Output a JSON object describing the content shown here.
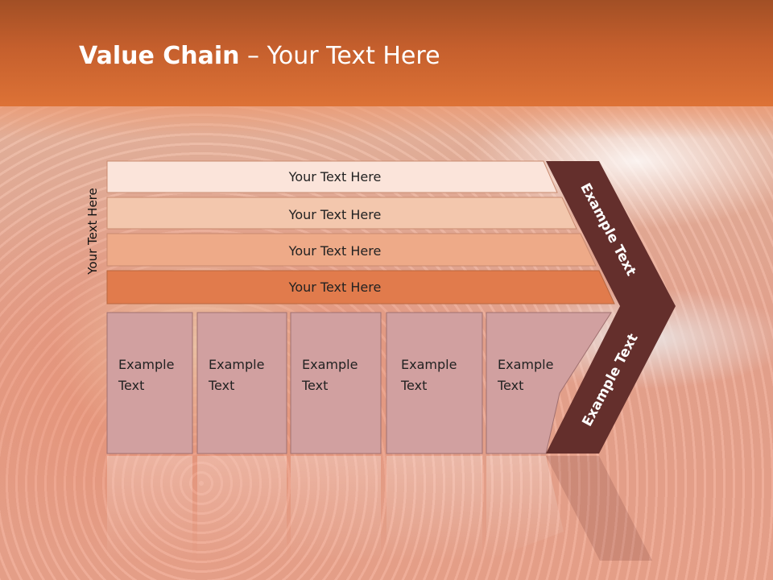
{
  "title": {
    "bold": "Value Chain",
    "rest": " – Your Text Here"
  },
  "side_label": "Your Text Here",
  "support_rows": [
    {
      "label": "Your Text Here",
      "fill": "#fbe4da"
    },
    {
      "label": "Your Text Here",
      "fill": "#f3c7ad"
    },
    {
      "label": "Your Text Here",
      "fill": "#eeaa88"
    },
    {
      "label": "Your Text Here",
      "fill": "#e17b4c"
    }
  ],
  "primary_boxes": [
    {
      "line1": "Example",
      "line2": "Text"
    },
    {
      "line1": "Example",
      "line2": "Text"
    },
    {
      "line1": "Example",
      "line2": "Text"
    },
    {
      "line1": "Example",
      "line2": "Text"
    },
    {
      "line1": "Example",
      "line2": "Text"
    }
  ],
  "chevron_top_label": "Example Text",
  "chevron_bottom_label": "Example Text",
  "colors": {
    "header": "#c55f2d",
    "box_fill": "#d1a0a0",
    "chevron": "#642f2c"
  }
}
